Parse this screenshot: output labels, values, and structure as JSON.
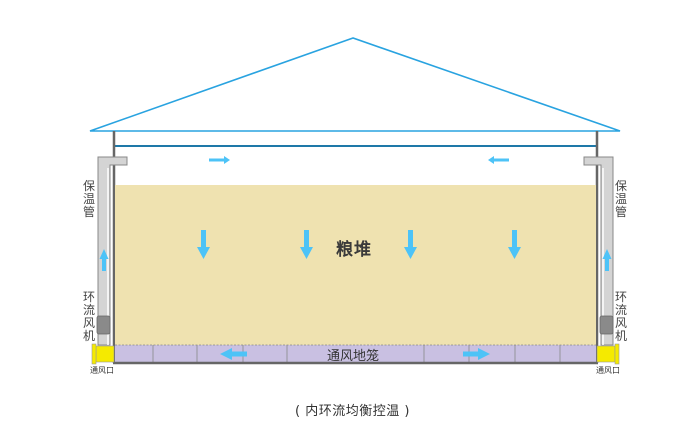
{
  "diagram": {
    "caption": "( 内环流均衡控温 )",
    "grain_pile_label": "粮堆",
    "floor_duct_label": "通风地笼",
    "left": {
      "pipe_label": "保温管",
      "fan_label": "环流风机",
      "vent_label": "通风口"
    },
    "right": {
      "pipe_label": "保温管",
      "fan_label": "环流风机",
      "vent_label": "通风口"
    },
    "colors": {
      "roof": "#29a3e0",
      "ceiling": "#1e78a8",
      "wall": "#666666",
      "grain": "#efe2b0",
      "duct": "#c9c0e2",
      "pipe": "#d4d4d4",
      "fan": "#8a8a8a",
      "vent": "#f5ea00",
      "arrow": "#4dc3f7"
    },
    "airflow": {
      "top_arrows": [
        "right",
        "left"
      ],
      "pile_arrows": [
        "down",
        "down",
        "down",
        "down"
      ],
      "duct_arrows": [
        "left",
        "right"
      ],
      "pipe_arrows": [
        "up",
        "up"
      ]
    }
  }
}
